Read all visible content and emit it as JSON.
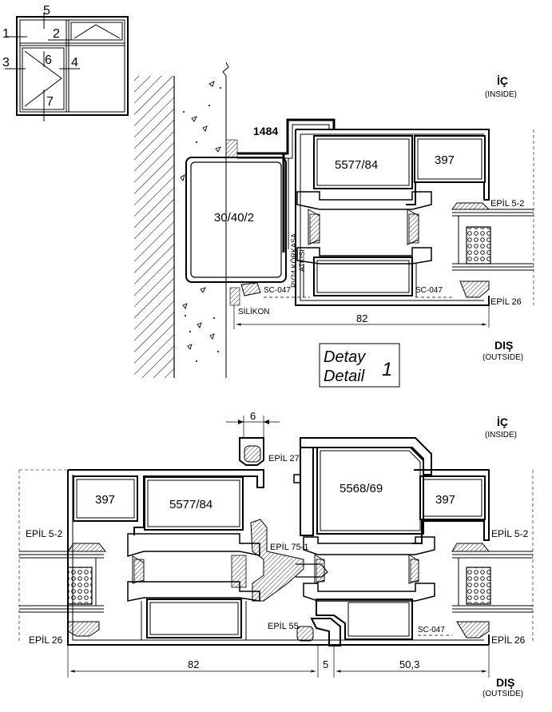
{
  "key_plan": {
    "markers": [
      "1",
      "2",
      "3",
      "4",
      "5",
      "6",
      "7"
    ]
  },
  "detail1": {
    "wall_profile": "1484",
    "tube": "30/40/2",
    "sash_profile": "5577/84",
    "frame_profile": "397",
    "gasket_top": "EPİL 5-2",
    "gasket_bottom": "EPİL 26",
    "seal_left": "SC-047",
    "seal_right": "SC-047",
    "silicone": "SİLİKON",
    "vertical_label_1": "PV24 KÖRKASA",
    "vertical_label_2": "ATKISI",
    "dim_width": "82",
    "inside_tr": "İÇ",
    "inside_en": "(INSIDE)",
    "outside_tr": "DIŞ",
    "outside_en": "(OUTSIDE)",
    "title_tr": "Detay",
    "title_en": "Detail",
    "number": "1"
  },
  "detail2": {
    "dim_top": "6",
    "gasket_27": "EPİL 27",
    "left_frame": "397",
    "left_sash": "5577/84",
    "right_sash": "5568/69",
    "right_frame": "397",
    "gasket_left_top": "EPİL 5-2",
    "gasket_right_top": "EPİL 5-2",
    "gasket_751": "EPİL 75-1",
    "gasket_55": "EPİL 55",
    "seal": "SC-047",
    "gasket_left_bottom": "EPİL 26",
    "gasket_right_bottom": "EPİL 26",
    "dim_left": "82",
    "dim_mid": "5",
    "dim_right": "50,3",
    "inside_tr": "İÇ",
    "inside_en": "(INSIDE)",
    "outside_tr": "DIŞ",
    "outside_en": "(OUTSIDE)"
  }
}
